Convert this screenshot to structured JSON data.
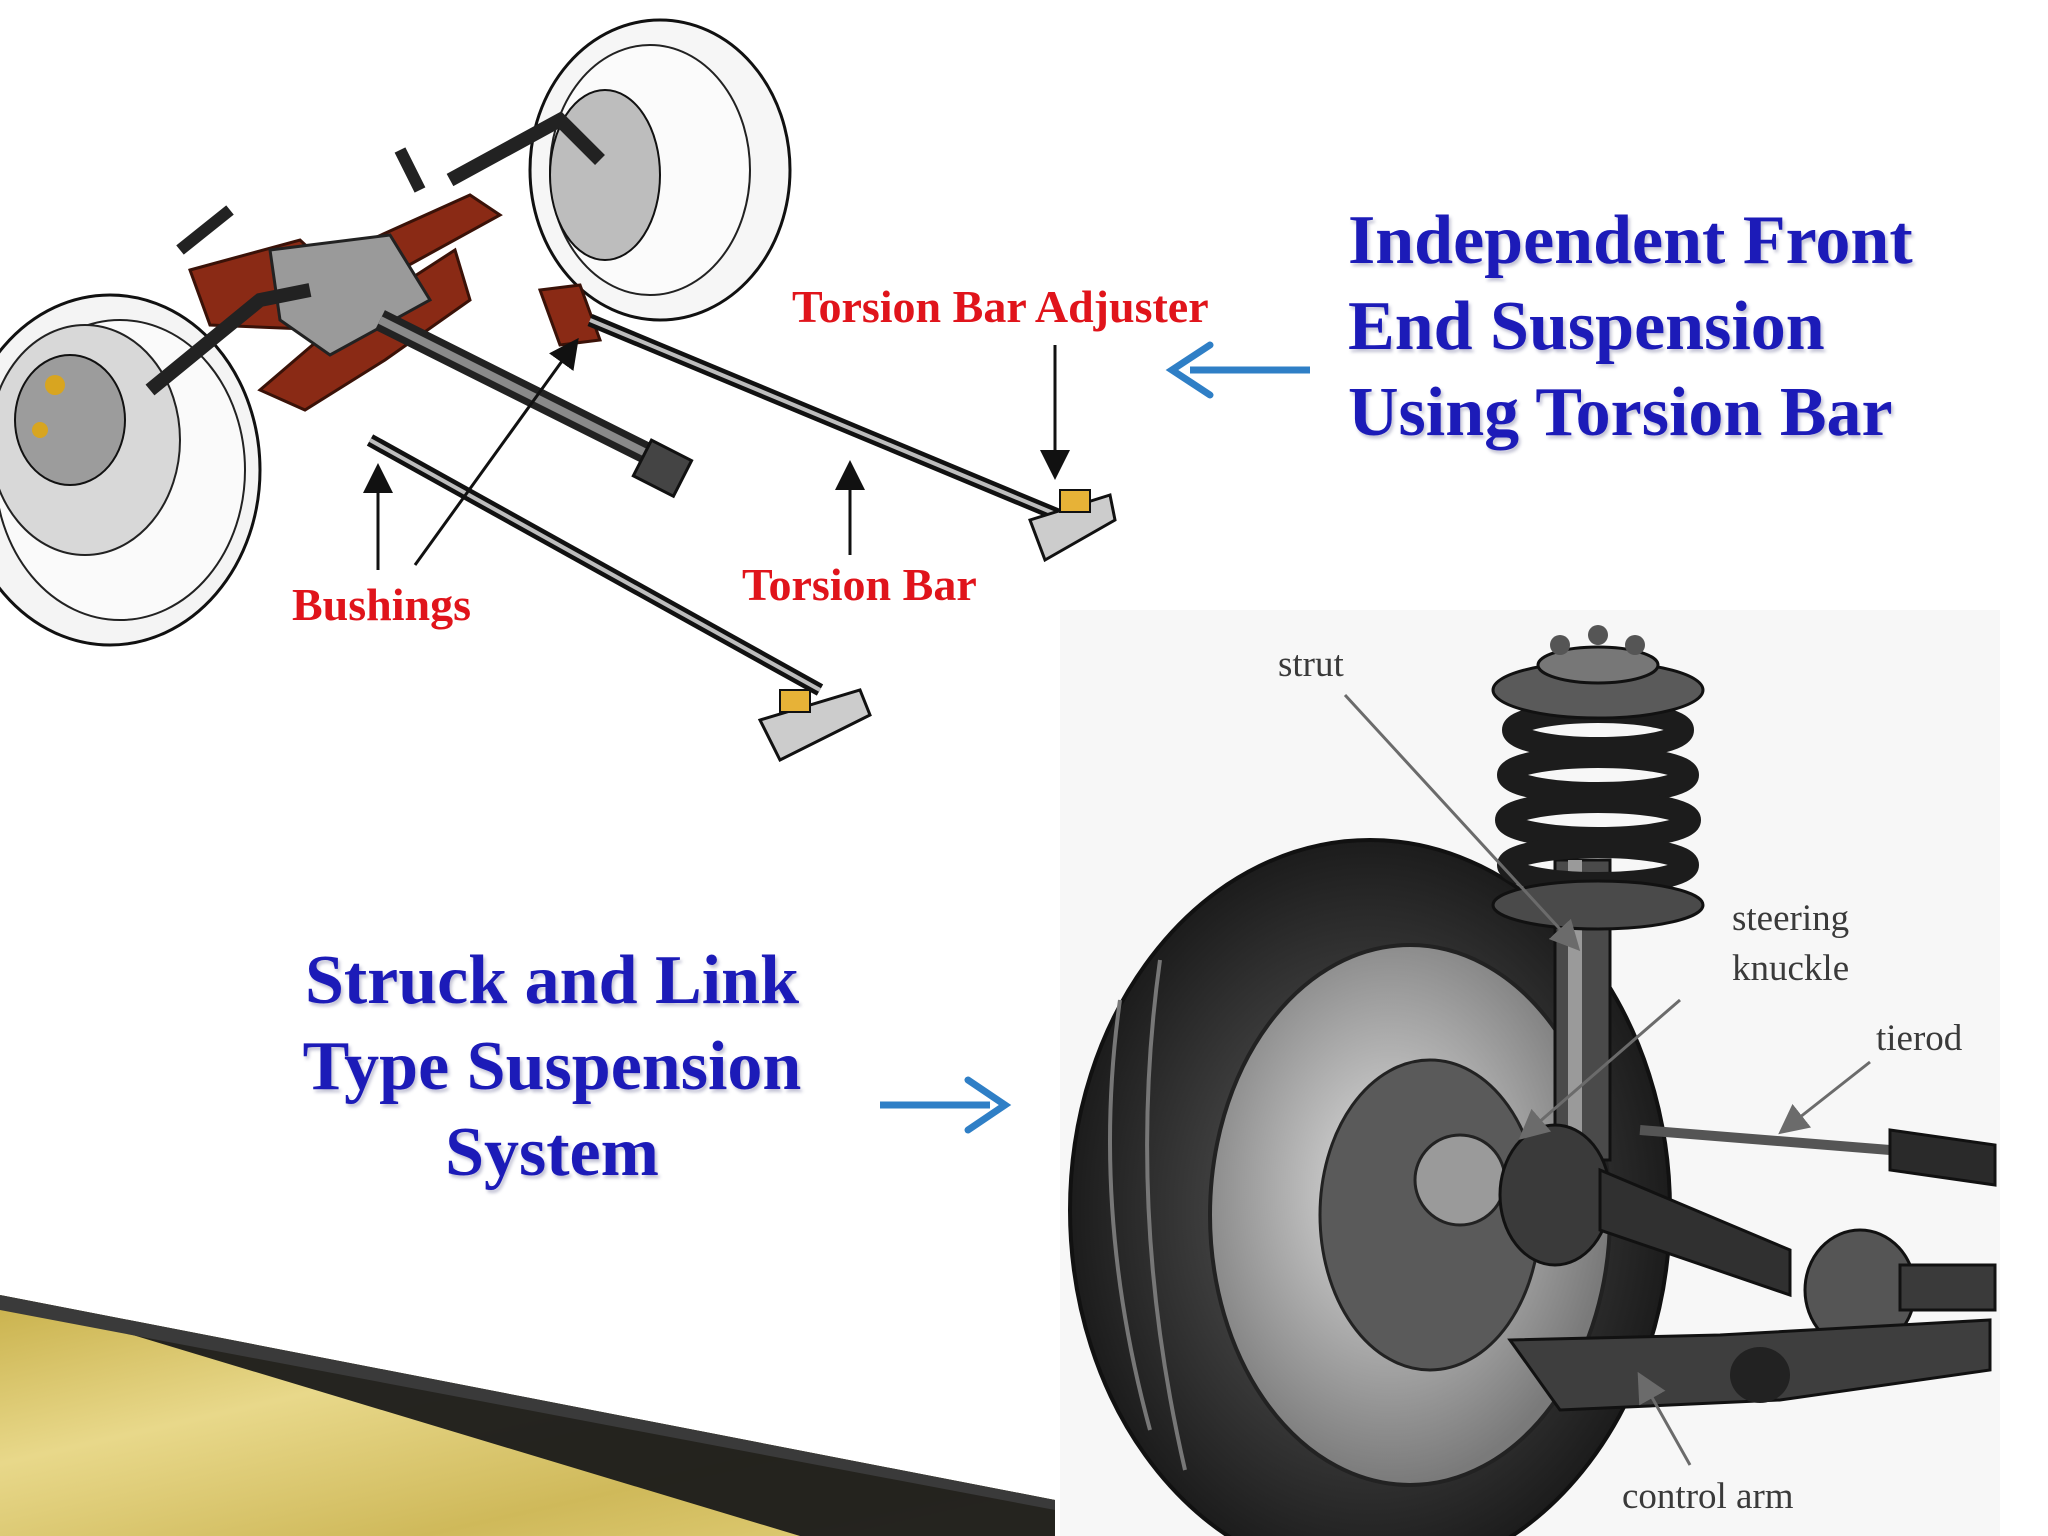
{
  "top_figure": {
    "heading": [
      "Independent Front",
      "End Suspension",
      "Using Torsion Bar"
    ],
    "labels": {
      "adjuster": "Torsion Bar Adjuster",
      "torsion_bar": "Torsion Bar",
      "bushings": "Bushings"
    }
  },
  "bottom_figure": {
    "heading": [
      "Struck and Link",
      "Type Suspension",
      "System"
    ],
    "labels": {
      "strut": "strut",
      "knuckle": [
        "steering",
        "knuckle"
      ],
      "tierod": "tierod",
      "control_arm": "control arm"
    }
  },
  "colors": {
    "heading": "#1c1bb8",
    "callout": "#e0141b",
    "arrow": "#2f7fc6",
    "ribbon_gold": "#d9c46a"
  }
}
